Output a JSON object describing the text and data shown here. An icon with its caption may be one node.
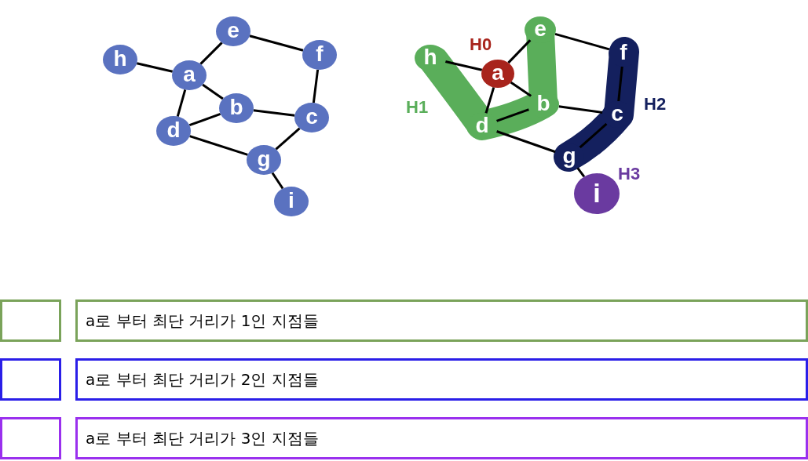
{
  "diagram": {
    "nodes": [
      {
        "text": [
          "e"
        ]
      },
      {
        "text": [
          "h"
        ]
      },
      {
        "text": [
          "f"
        ]
      },
      {
        "text": [
          "a"
        ]
      },
      {
        "text": [
          "b"
        ]
      },
      {
        "text": [
          "c"
        ]
      },
      {
        "text": [
          "d"
        ]
      },
      {
        "text": [
          "g"
        ]
      },
      {
        "text": [
          "i"
        ]
      },
      {
        "text": [
          "e"
        ]
      },
      {
        "text": [
          "f"
        ]
      },
      {
        "text": [
          "h"
        ]
      },
      {
        "text": [
          "a"
        ]
      },
      {
        "text": [
          "b"
        ]
      },
      {
        "text": [
          "c"
        ]
      },
      {
        "text": [
          "d"
        ]
      },
      {
        "text": [
          "g"
        ]
      },
      {
        "text": [
          "i"
        ]
      }
    ],
    "edges": [
      {
        "from": 1,
        "to": 3,
        "arrow": "none"
      },
      {
        "from": 3,
        "to": 0,
        "arrow": "none"
      },
      {
        "from": 0,
        "to": 2,
        "arrow": "none"
      },
      {
        "from": 3,
        "to": 4,
        "arrow": "none"
      },
      {
        "from": 3,
        "to": 6,
        "arrow": "none"
      },
      {
        "from": 6,
        "to": 4,
        "arrow": "none"
      },
      {
        "from": 4,
        "to": 5,
        "arrow": "none"
      },
      {
        "from": 2,
        "to": 5,
        "arrow": "none"
      },
      {
        "from": 6,
        "to": 7,
        "arrow": "none"
      },
      {
        "from": 5,
        "to": 7,
        "arrow": "none"
      },
      {
        "from": 7,
        "to": 8,
        "arrow": "none"
      },
      {
        "from": 11,
        "to": 12,
        "arrow": "none"
      },
      {
        "from": 12,
        "to": 9,
        "arrow": "none"
      },
      {
        "from": 9,
        "to": 10,
        "arrow": "none"
      },
      {
        "from": 12,
        "to": 13,
        "arrow": "none"
      },
      {
        "from": 12,
        "to": 15,
        "arrow": "none"
      },
      {
        "from": 15,
        "to": 13,
        "arrow": "none"
      },
      {
        "from": 13,
        "to": 14,
        "arrow": "none"
      },
      {
        "from": 10,
        "to": 14,
        "arrow": "none"
      },
      {
        "from": 15,
        "to": 16,
        "arrow": "none"
      },
      {
        "from": 14,
        "to": 16,
        "arrow": "none"
      },
      {
        "from": 16,
        "to": 17,
        "arrow": "none"
      }
    ],
    "labels": [
      "H0",
      "H1",
      "H2",
      "H3"
    ],
    "legend": [
      {
        "text": "a로 부터 최단 거리가 1인 지점들"
      },
      {
        "text": "a로 부터 최단 거리가 2인 지점들"
      },
      {
        "text": "a로 부터 최단 거리가 3인 지점들"
      }
    ]
  }
}
